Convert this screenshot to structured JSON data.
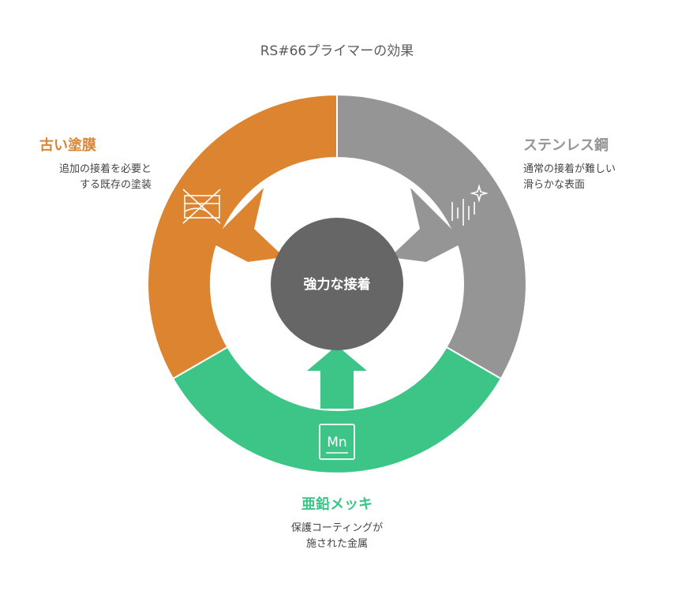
{
  "title": "RS#66プライマーの効果",
  "center": {
    "label": "強力な接着",
    "color": "#666666"
  },
  "segments": {
    "old_coating": {
      "title": "古い塗膜",
      "desc_line1": "追加の接着を必要と",
      "desc_line2": "する既存の塗装",
      "color": "#dc842f",
      "icon": "crossed-paint-icon"
    },
    "stainless": {
      "title": "ステンレス鋼",
      "desc_line1": "通常の接着が難しい",
      "desc_line2": "滑らかな表面",
      "color": "#959595",
      "icon": "sparkle-lines-icon"
    },
    "zinc": {
      "title": "亜鉛メッキ",
      "desc_line1": "保護コーティングが",
      "desc_line2": "施された金属",
      "color": "#3cc586",
      "icon": "mn-element-icon",
      "icon_text": "Mn"
    }
  }
}
